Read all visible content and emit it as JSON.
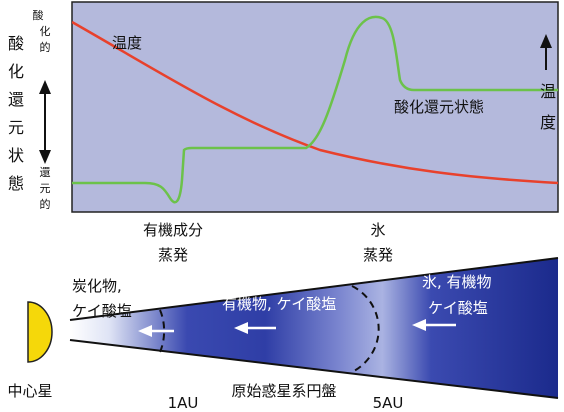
{
  "chart": {
    "left_axis": {
      "title_chars": [
        "酸",
        "化",
        "還",
        "元",
        "状",
        "態"
      ],
      "top_label_chars": [
        "酸",
        "化",
        "的"
      ],
      "bottom_label_chars": [
        "還",
        "元",
        "的"
      ]
    },
    "right_axis": {
      "title_chars": [
        "温",
        "度"
      ]
    },
    "curve_labels": {
      "temperature": "温度",
      "redox_state": "酸化還元状態"
    },
    "colors": {
      "panel": "#b4b9dc",
      "temperature_curve": "#e8412c",
      "redox_curve": "#6cc24a"
    }
  },
  "events": {
    "organic_evaporation": [
      "有機成分",
      "蒸発"
    ],
    "ice_evaporation": [
      "氷",
      "蒸発"
    ]
  },
  "disk": {
    "inner_label": [
      "炭化物,",
      "ケイ酸塩"
    ],
    "middle_label": "有機物, ケイ酸塩",
    "outer_label": [
      "氷, 有機物",
      "ケイ酸塩"
    ],
    "central_star": "中心星",
    "distance_1": "1AU",
    "distance_2": "5AU",
    "caption": "原始惑星系円盤",
    "colors": {
      "star": "#f5d80a",
      "disk_dark": "#1b2a8c",
      "disk_light": "#ffffff"
    }
  }
}
